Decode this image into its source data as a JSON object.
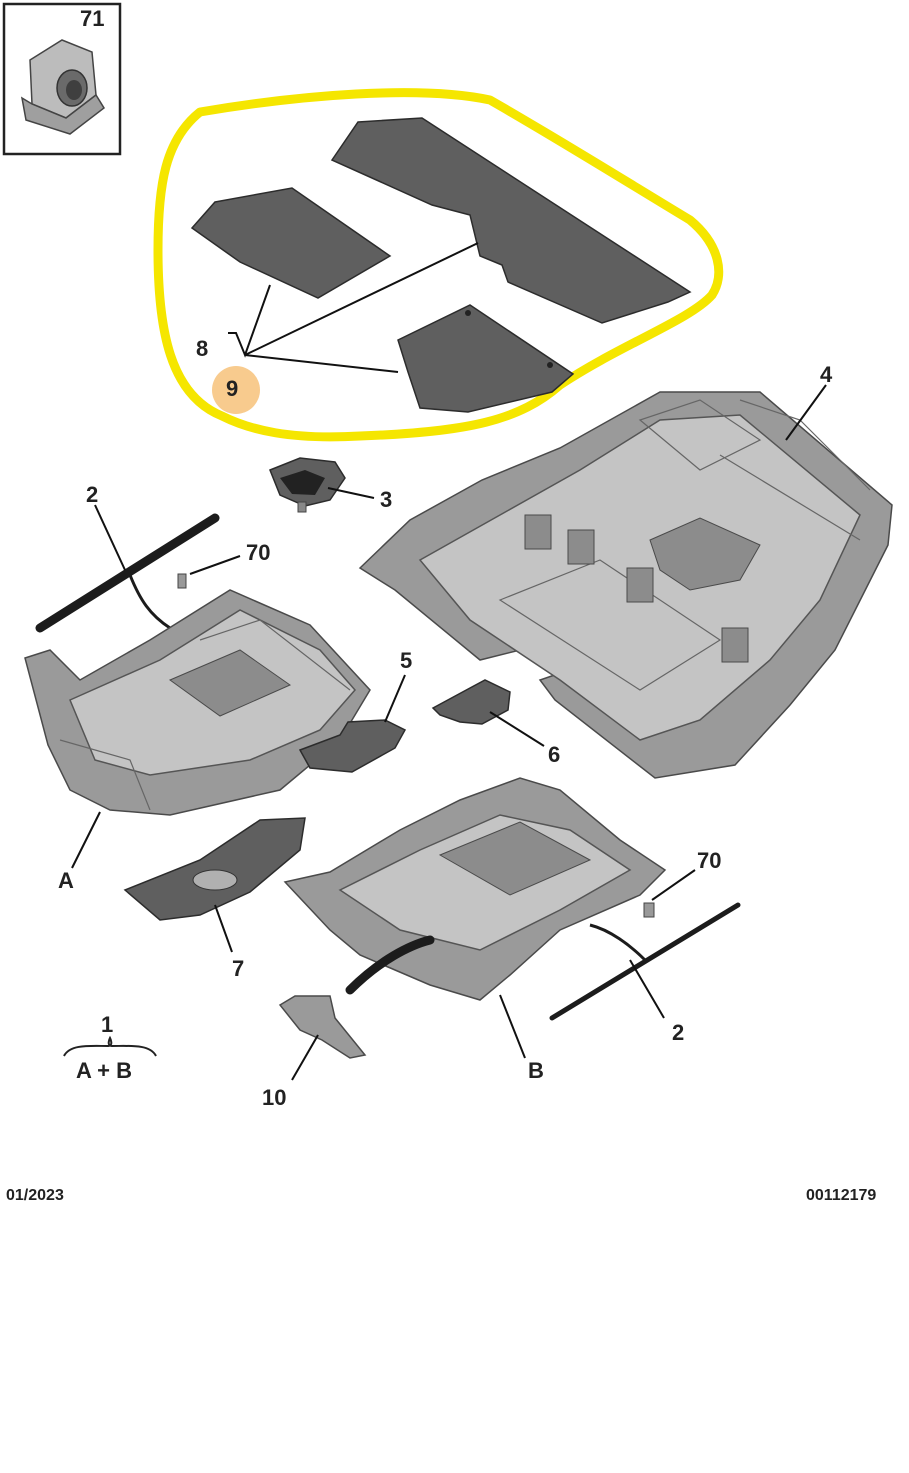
{
  "callouts": {
    "nut": "71",
    "item_8": "8",
    "item_9": "9",
    "item_4": "4",
    "item_3": "3",
    "item_2_left": "2",
    "item_70_left": "70",
    "item_5": "5",
    "item_6": "6",
    "item_A": "A",
    "item_7": "7",
    "item_70_right": "70",
    "item_2_right": "2",
    "item_1": "1",
    "item_AB": "A + B",
    "item_B": "B",
    "item_10": "10"
  },
  "footer": {
    "date": "01/2023",
    "reference": "00112179"
  },
  "colors": {
    "highlight_outline": "#f5e600",
    "highlight_dot": "#f7c27a",
    "mat": "#5f5f5f",
    "panel": "#9a9a9a"
  }
}
